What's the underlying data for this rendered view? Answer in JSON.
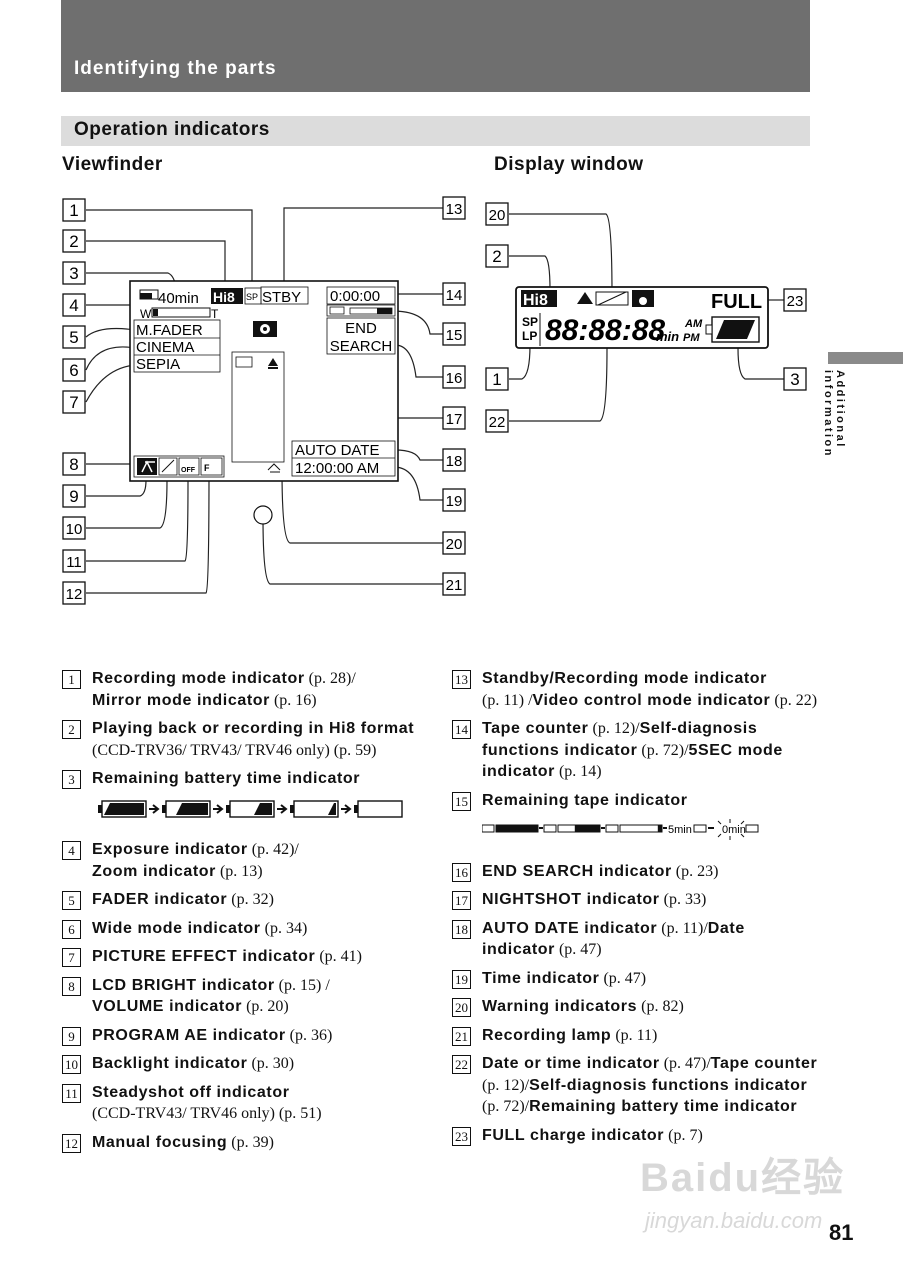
{
  "header": {
    "title": "Identifying the parts"
  },
  "section": {
    "title": "Operation indicators"
  },
  "subtitles": {
    "viewfinder": "Viewfinder",
    "display_window": "Display window"
  },
  "side_tab": {
    "label": "Additional information"
  },
  "page_number": "81",
  "watermark": {
    "brand": "Baidu经验",
    "url": "jingyan.baidu.com"
  },
  "viewfinder": {
    "callouts": [
      "1",
      "2",
      "3",
      "4",
      "5",
      "6",
      "7",
      "8",
      "9",
      "10",
      "11",
      "12",
      "13",
      "14",
      "15",
      "16",
      "17",
      "18",
      "19",
      "20",
      "21"
    ],
    "screen": {
      "battery_time": "40min",
      "hi8": "Hi8",
      "sp": "SP",
      "standby": "STBY",
      "counter": "0:00:00",
      "zoom_w": "W",
      "zoom_t": "T",
      "fader": "M.FADER",
      "wide": "CINEMA",
      "effect": "SEPIA",
      "end": "END",
      "search": "SEARCH",
      "auto_date": "AUTO DATE",
      "time": "12:00:00 AM"
    }
  },
  "display_window": {
    "callouts": [
      "20",
      "2",
      "1",
      "22",
      "23",
      "3"
    ],
    "screen": {
      "hi8": "Hi8",
      "full": "FULL",
      "sp": "SP",
      "lp": "LP",
      "digits": "88:88:88",
      "min": "min",
      "am": "AM",
      "pm": "PM"
    }
  },
  "legend_left": [
    {
      "num": "1",
      "parts": [
        {
          "b": "Recording mode indicator"
        },
        {
          "r": " (p. 28)/"
        },
        {
          "br": true
        },
        {
          "b": "Mirror mode indicator"
        },
        {
          "r": " (p. 16)"
        }
      ]
    },
    {
      "num": "2",
      "parts": [
        {
          "b": "Playing back or recording in Hi8 format"
        },
        {
          "r": " (CCD-TRV36/ TRV43/ TRV46 only) (p. 59)"
        }
      ]
    },
    {
      "num": "3",
      "parts": [
        {
          "b": "Remaining battery time indicator"
        }
      ],
      "strip": "battery"
    },
    {
      "num": "4",
      "parts": [
        {
          "b": "Exposure indicator"
        },
        {
          "r": " (p. 42)/"
        },
        {
          "br": true
        },
        {
          "b": "Zoom indicator"
        },
        {
          "r": " (p. 13)"
        }
      ]
    },
    {
      "num": "5",
      "parts": [
        {
          "b": "FADER indicator"
        },
        {
          "r": " (p. 32)"
        }
      ]
    },
    {
      "num": "6",
      "parts": [
        {
          "b": "Wide mode indicator"
        },
        {
          "r": " (p. 34)"
        }
      ]
    },
    {
      "num": "7",
      "parts": [
        {
          "b": "PICTURE EFFECT indicator"
        },
        {
          "r": " (p. 41)"
        }
      ]
    },
    {
      "num": "8",
      "parts": [
        {
          "b": "LCD BRIGHT indicator"
        },
        {
          "r": " (p. 15) /"
        },
        {
          "br": true
        },
        {
          "b": "VOLUME indicator"
        },
        {
          "r": " (p. 20)"
        }
      ]
    },
    {
      "num": "9",
      "parts": [
        {
          "b": "PROGRAM AE indicator"
        },
        {
          "r": " (p. 36)"
        }
      ]
    },
    {
      "num": "10",
      "parts": [
        {
          "b": "Backlight indicator"
        },
        {
          "r": " (p. 30)"
        }
      ]
    },
    {
      "num": "11",
      "parts": [
        {
          "b": "Steadyshot off indicator"
        },
        {
          "br": true
        },
        {
          "r": "(CCD-TRV43/ TRV46 only) (p. 51)"
        }
      ]
    },
    {
      "num": "12",
      "parts": [
        {
          "b": "Manual focusing"
        },
        {
          "r": " (p. 39)"
        }
      ]
    }
  ],
  "legend_right": [
    {
      "num": "13",
      "parts": [
        {
          "b": "Standby/Recording mode indicator"
        },
        {
          "br": true
        },
        {
          "r": "(p. 11) /"
        },
        {
          "b": "Video control mode indicator"
        },
        {
          "r": " (p. 22)"
        }
      ]
    },
    {
      "num": "14",
      "parts": [
        {
          "b": "Tape counter"
        },
        {
          "r": " (p. 12)/"
        },
        {
          "b": "Self-diagnosis functions indicator"
        },
        {
          "r": " (p. 72)/"
        },
        {
          "b": "5SEC mode indicator"
        },
        {
          "r": " (p. 14)"
        }
      ]
    },
    {
      "num": "15",
      "parts": [
        {
          "b": "Remaining tape indicator"
        }
      ],
      "strip": "tape"
    },
    {
      "num": "16",
      "parts": [
        {
          "b": "END SEARCH indicator"
        },
        {
          "r": " (p. 23)"
        }
      ]
    },
    {
      "num": "17",
      "parts": [
        {
          "b": "NIGHTSHOT indicator"
        },
        {
          "r": " (p. 33)"
        }
      ]
    },
    {
      "num": "18",
      "parts": [
        {
          "b": "AUTO DATE indicator"
        },
        {
          "r": " (p. 11)/"
        },
        {
          "b": "Date indicator"
        },
        {
          "r": " (p. 47)"
        }
      ]
    },
    {
      "num": "19",
      "parts": [
        {
          "b": "Time indicator"
        },
        {
          "r": " (p. 47)"
        }
      ]
    },
    {
      "num": "20",
      "parts": [
        {
          "b": "Warning indicators"
        },
        {
          "r": " (p. 82)"
        }
      ]
    },
    {
      "num": "21",
      "parts": [
        {
          "b": "Recording lamp"
        },
        {
          "r": " (p. 11)"
        }
      ]
    },
    {
      "num": "22",
      "parts": [
        {
          "b": "Date or time indicator"
        },
        {
          "r": " (p. 47)/"
        },
        {
          "b": "Tape counter"
        },
        {
          "r": " (p. 12)/"
        },
        {
          "b": "Self-diagnosis functions indicator"
        },
        {
          "r": " (p. 72)/"
        },
        {
          "b": "Remaining battery time indicator"
        }
      ]
    },
    {
      "num": "23",
      "parts": [
        {
          "b": "FULL charge indicator"
        },
        {
          "r": " (p. 7)"
        }
      ]
    }
  ],
  "tape_strip": {
    "five_min": "5min",
    "zero_min": "0min"
  }
}
